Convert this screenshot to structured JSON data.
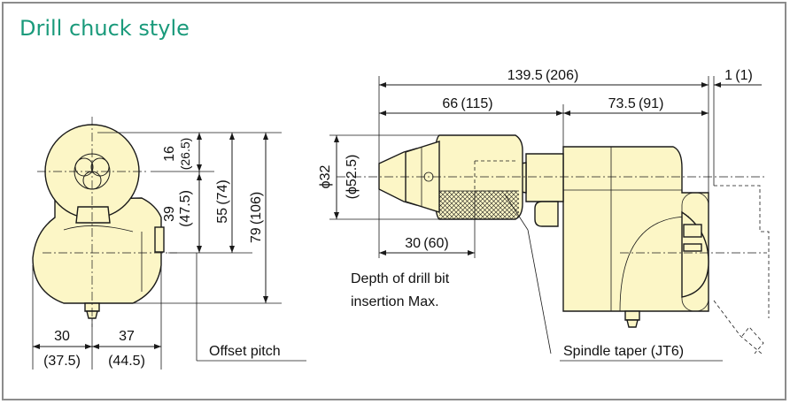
{
  "title": "Drill chuck style",
  "dimensions": {
    "overall_length": "139.5 (206)",
    "end_gap": "1 (1)",
    "chuck_length": "66 (115)",
    "body_length": "73.5 (91)",
    "chuck_dia": "ϕ32",
    "chuck_dia_alt": "(ϕ52.5)",
    "depth": "30 (60)",
    "top_offset": "16",
    "top_offset_alt": "(26.5)",
    "offset_39": "39",
    "offset_39_alt": "(47.5)",
    "height_55": "55 (74)",
    "height_79": "79 (106)",
    "width_left": "30",
    "width_left_alt": "(37.5)",
    "width_right": "37",
    "width_right_alt": "(44.5)"
  },
  "labels": {
    "depth_line1": "Depth of drill bit",
    "depth_line2": "insertion Max.",
    "offset_pitch": "Offset pitch",
    "spindle_taper": "Spindle taper (JT6)"
  }
}
